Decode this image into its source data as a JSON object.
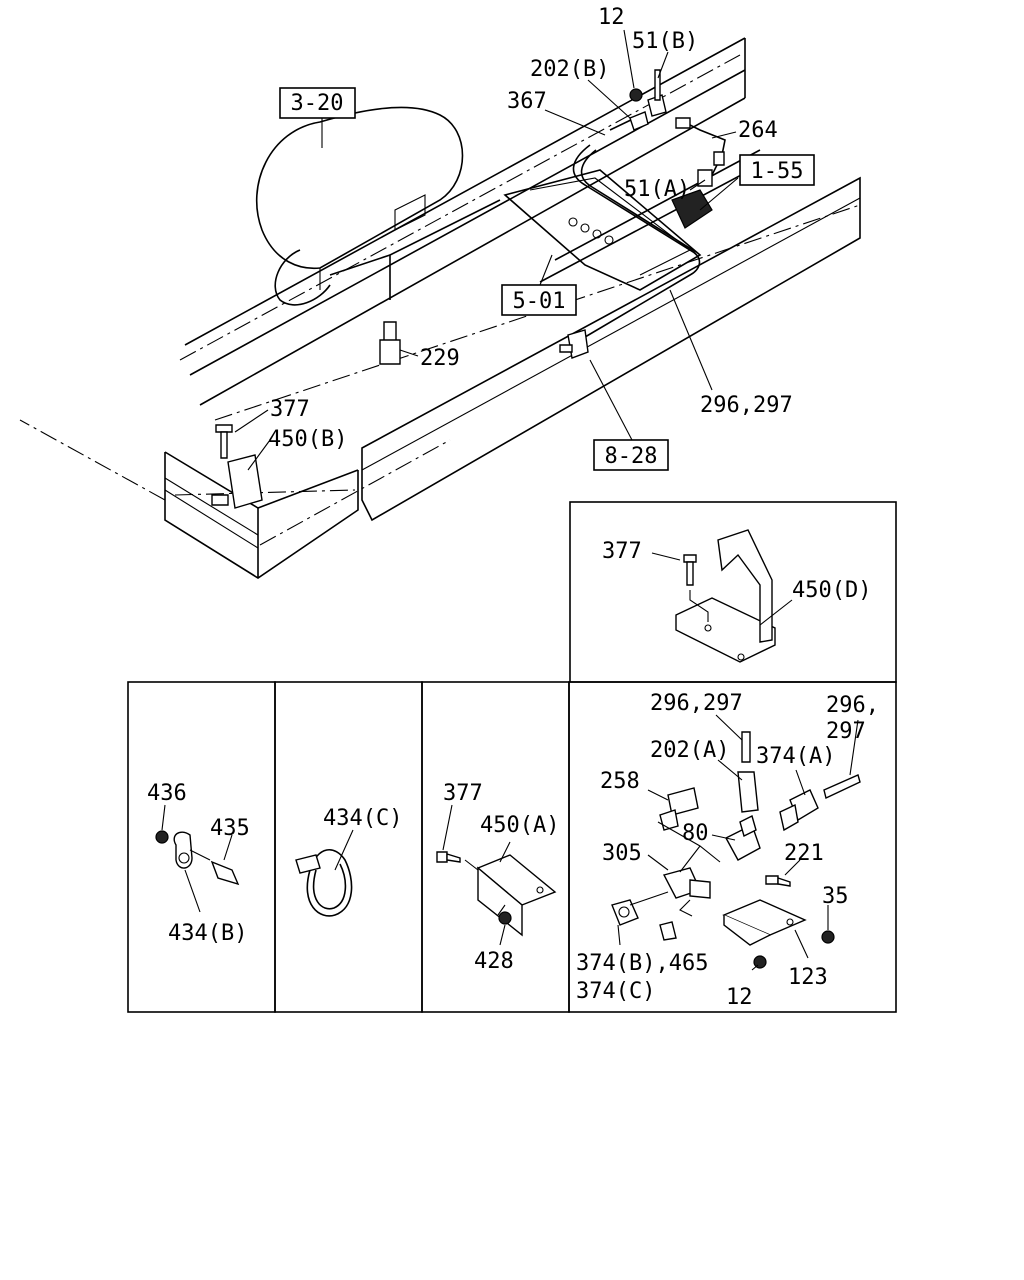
{
  "refs": {
    "r320": "3-20",
    "r155": "1-55",
    "r501": "5-01",
    "r828": "8-28"
  },
  "top": {
    "p12": "12",
    "p51b": "51(B)",
    "p202b": "202(B)",
    "p367": "367",
    "p264": "264",
    "p51a": "51(A)",
    "p229": "229",
    "p296_297": "296,297",
    "p377": "377",
    "p450b": "450(B)"
  },
  "inset_d": {
    "p377": "377",
    "p450d": "450(D)"
  },
  "panel_b": {
    "p436": "436",
    "p435": "435",
    "p434b": "434(B)"
  },
  "panel_c": {
    "p434c": "434(C)"
  },
  "panel_a": {
    "p377": "377",
    "p450a": "450(A)",
    "p428": "428"
  },
  "panel_fit": {
    "p296_297_top": "296,297",
    "p296_line1": "296,",
    "p297_line2": "297",
    "p202a": "202(A)",
    "p374a": "374(A)",
    "p258": "258",
    "p80": "80",
    "p305": "305",
    "p221": "221",
    "p35": "35",
    "p374b_465": "374(B),465",
    "p374c": "374(C)",
    "p12": "12",
    "p123": "123"
  }
}
